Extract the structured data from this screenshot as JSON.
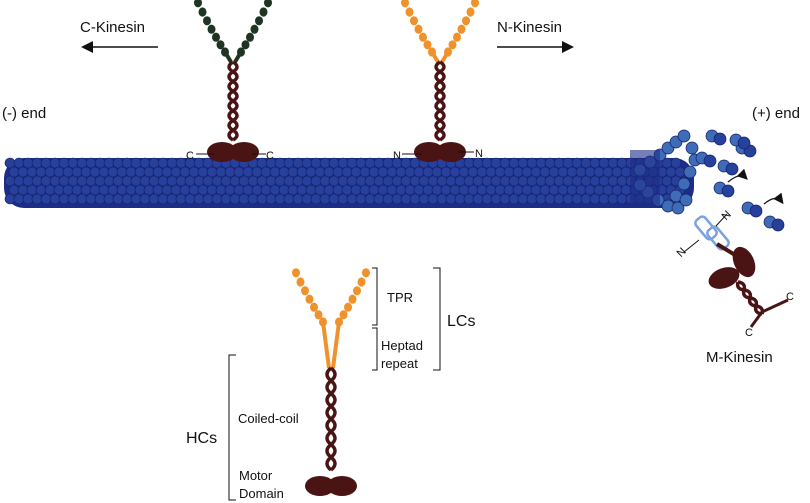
{
  "labels": {
    "c_kinesin": "C-Kinesin",
    "n_kinesin": "N-Kinesin",
    "m_kinesin": "M-Kinesin",
    "minus_end": "(-) end",
    "plus_end": "(+) end",
    "tpr": "TPR",
    "heptad_1": "Heptad",
    "heptad_2": "repeat",
    "lcs": "LCs",
    "coiled_coil": "Coiled-coil",
    "hcs": "HCs",
    "motor_1": "Motor",
    "motor_2": "Domain",
    "c": "C",
    "n": "N"
  },
  "colors": {
    "microtubule_dark": "#1d2c86",
    "microtubule_light": "#3f6cb7",
    "heavy_chain": "#4a1414",
    "light_chain_orange": "#f0922c",
    "light_chain_dark": "#203424",
    "m_kinesin_neck": "#7aa2e0"
  }
}
